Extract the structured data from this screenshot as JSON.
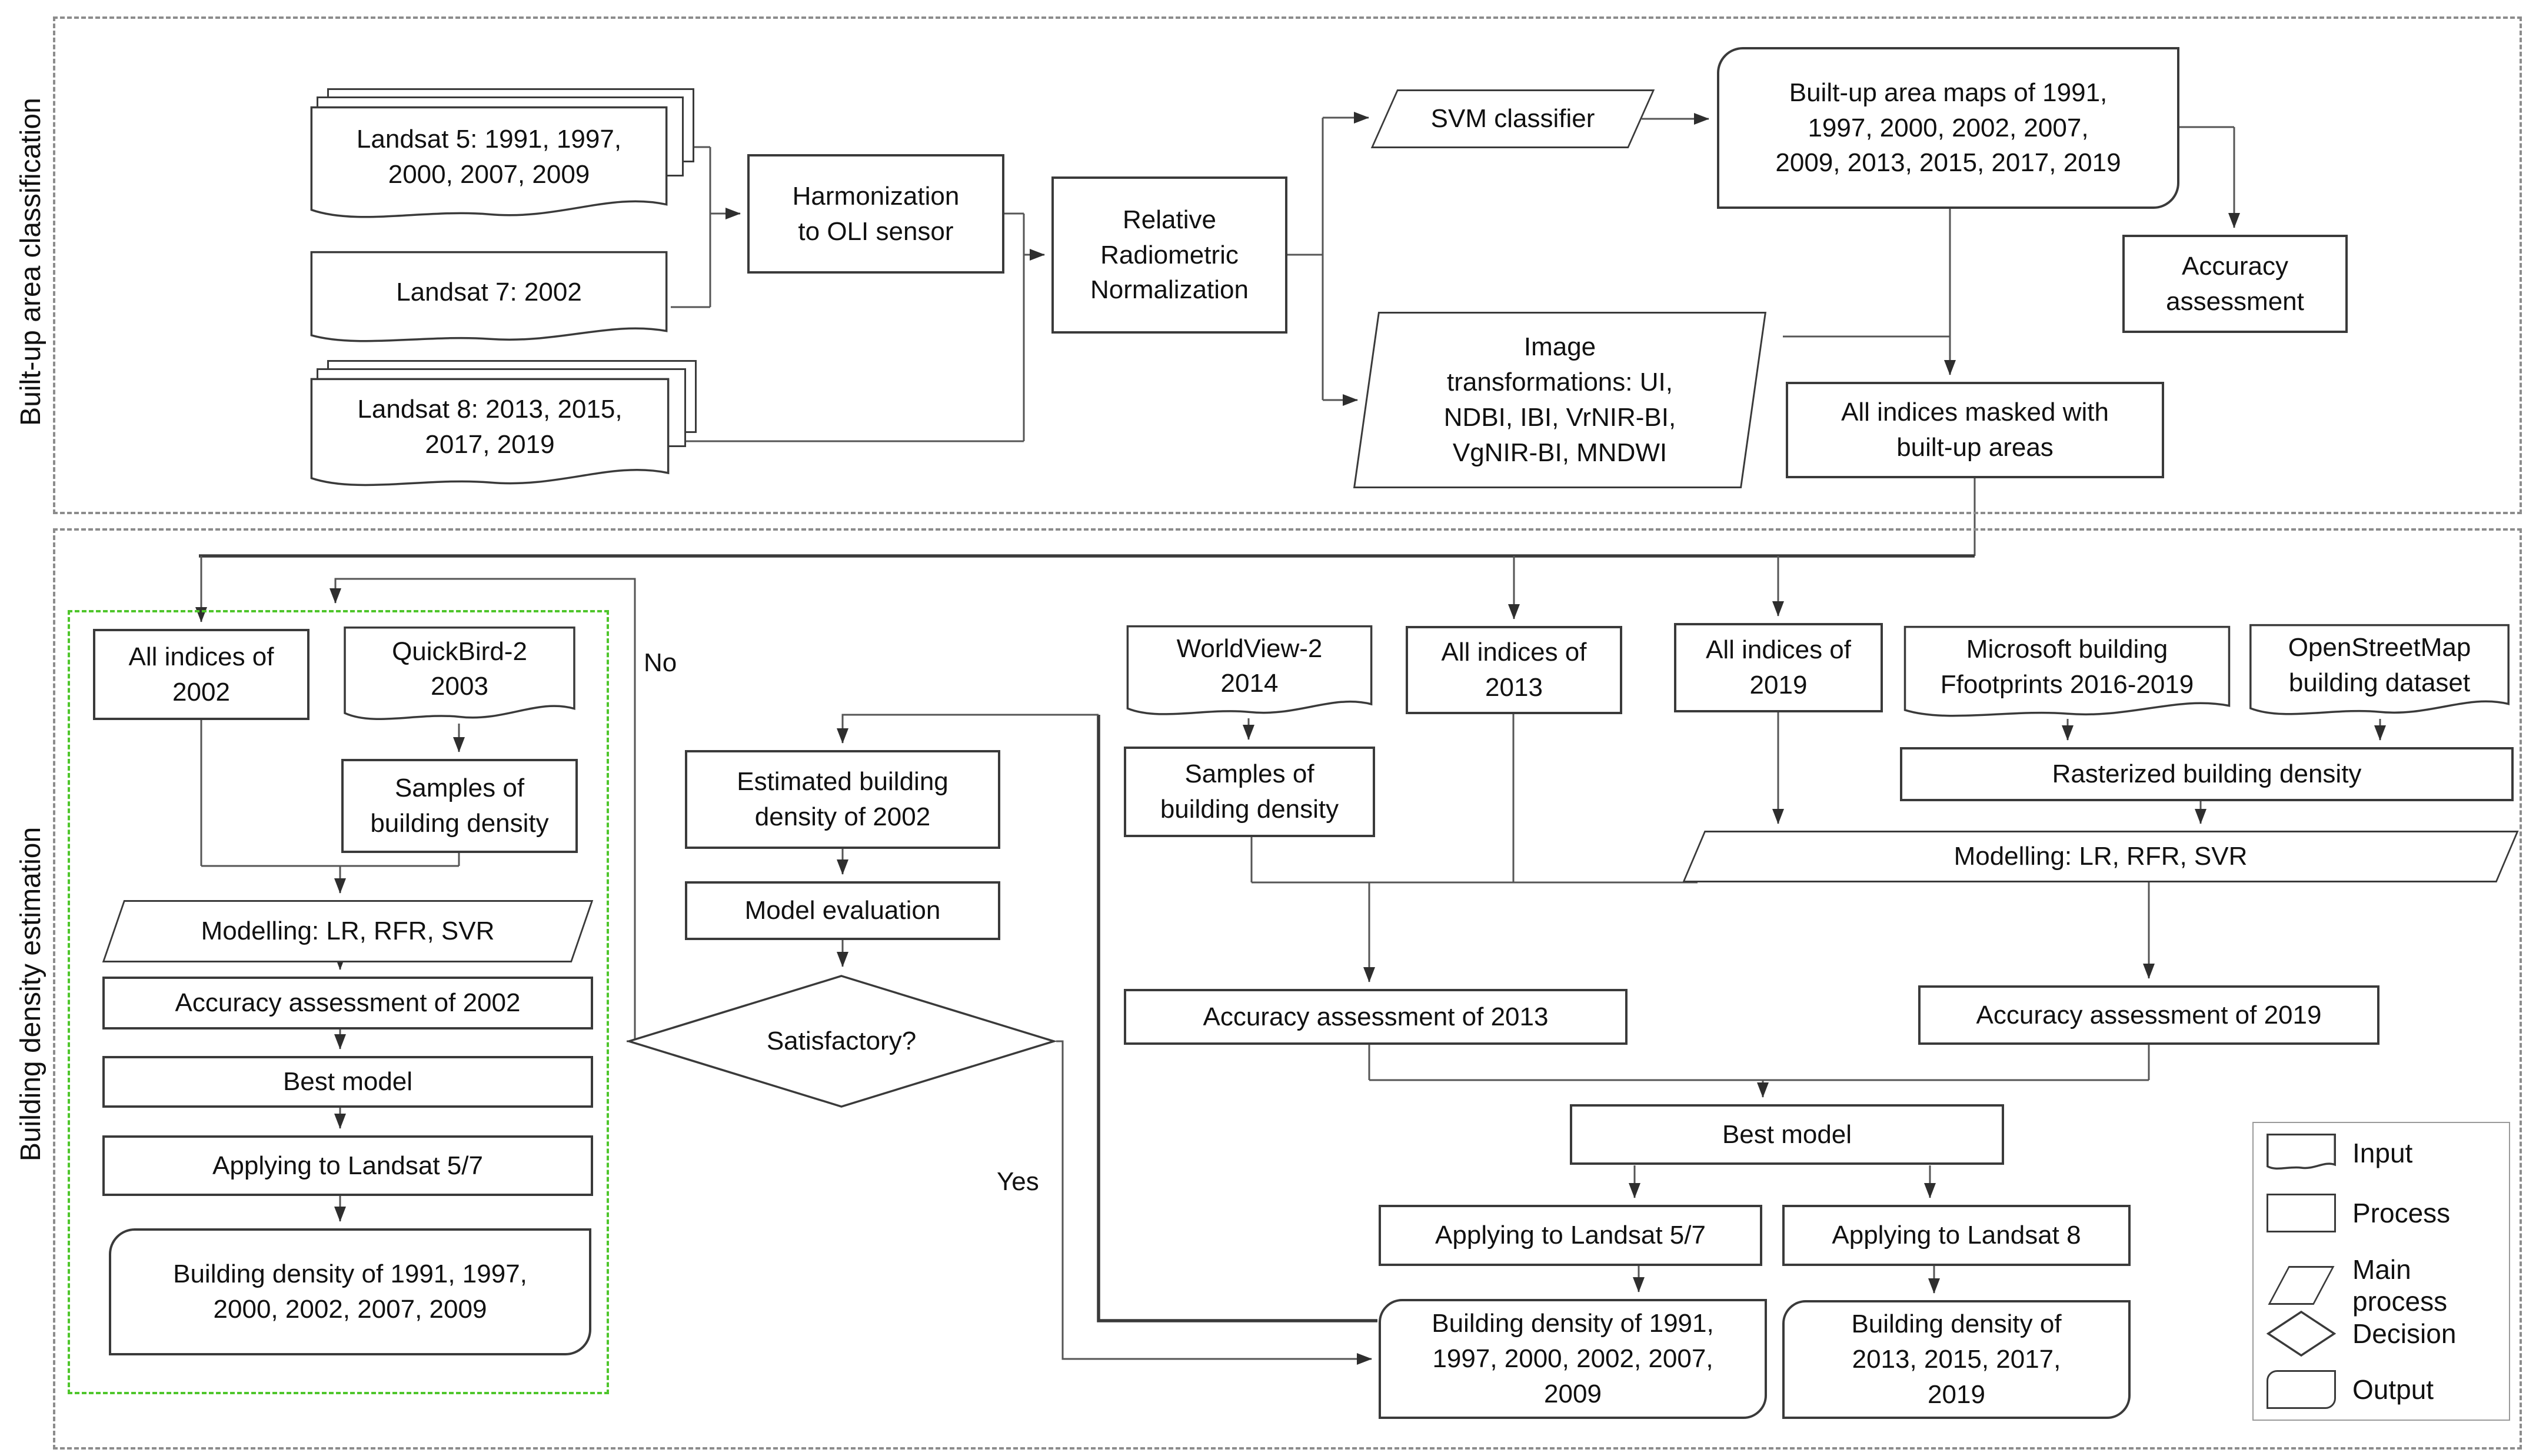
{
  "sections": [
    {
      "label": "Built-up area classification"
    },
    {
      "label": "Building density estimation"
    }
  ],
  "edge_labels": {
    "no": "No",
    "yes": "Yes"
  },
  "nodes": {
    "landsat5": {
      "type": "input",
      "label": "Landsat 5: 1991, 1997,\n2000, 2007, 2009"
    },
    "landsat7": {
      "type": "input",
      "label": "Landsat 7: 2002"
    },
    "landsat8": {
      "type": "input",
      "label": "Landsat 8: 2013, 2015,\n2017, 2019"
    },
    "harmonization": {
      "type": "process",
      "label": "Harmonization\nto OLI sensor"
    },
    "relative_radiometric_normalization": {
      "type": "process",
      "label": "Relative\nRadiometric\nNormalization"
    },
    "svm_classifier": {
      "type": "main-process",
      "label": "SVM classifier"
    },
    "image_transformations": {
      "type": "main-process",
      "label": "Image\ntransformations: UI,\nNDBI, IBI, VrNIR-BI,\nVgNIR-BI, MNDWI"
    },
    "builtup_maps": {
      "type": "output",
      "label": "Built-up area maps of 1991,\n1997, 2000, 2002, 2007,\n2009, 2013, 2015, 2017, 2019"
    },
    "accuracy_assessment": {
      "type": "process",
      "label": "Accuracy\nassessment"
    },
    "all_indices_masked": {
      "type": "process",
      "label": "All indices masked with\nbuilt-up areas"
    },
    "all_indices_2002": {
      "type": "process",
      "label": "All indices of\n2002"
    },
    "quickbird": {
      "type": "input",
      "label": "QuickBird-2\n2003"
    },
    "samples_2002": {
      "type": "process",
      "label": "Samples of\nbuilding density"
    },
    "modelling_left": {
      "type": "main-process",
      "label": "Modelling: LR, RFR, SVR"
    },
    "accuracy_2002": {
      "type": "process",
      "label": "Accuracy assessment of 2002"
    },
    "best_model_left": {
      "type": "process",
      "label": "Best model"
    },
    "apply_landsat57_left": {
      "type": "process",
      "label": "Applying to Landsat 5/7"
    },
    "building_density_left": {
      "type": "output",
      "label": "Building density of 1991, 1997,\n2000, 2002, 2007, 2009"
    },
    "estimated_density_2002": {
      "type": "process",
      "label": "Estimated building\ndensity of 2002"
    },
    "model_evaluation": {
      "type": "process",
      "label": "Model evaluation"
    },
    "satisfactory": {
      "type": "decision",
      "label": "Satisfactory?"
    },
    "worldview2": {
      "type": "input",
      "label": "WorldView-2\n2014"
    },
    "samples_wv": {
      "type": "process",
      "label": "Samples of\nbuilding density"
    },
    "all_indices_2013": {
      "type": "process",
      "label": "All indices of\n2013"
    },
    "all_indices_2019": {
      "type": "process",
      "label": "All indices of\n2019"
    },
    "microsoft_footprints": {
      "type": "input",
      "label": "Microsoft building\nFfootprints 2016-2019"
    },
    "openstreetmap": {
      "type": "input",
      "label": "OpenStreetMap\nbuilding dataset"
    },
    "rasterized_density": {
      "type": "process",
      "label": "Rasterized building density"
    },
    "modelling_right": {
      "type": "main-process",
      "label": "Modelling: LR, RFR, SVR"
    },
    "accuracy_2013": {
      "type": "process",
      "label": "Accuracy assessment of 2013"
    },
    "accuracy_2019": {
      "type": "process",
      "label": "Accuracy assessment of 2019"
    },
    "best_model_right": {
      "type": "process",
      "label": "Best model"
    },
    "apply_landsat57_right": {
      "type": "process",
      "label": "Applying to Landsat 5/7"
    },
    "apply_landsat8": {
      "type": "process",
      "label": "Applying to Landsat 8"
    },
    "building_density_57": {
      "type": "output",
      "label": "Building density of 1991,\n1997, 2000, 2002, 2007,\n2009"
    },
    "building_density_8": {
      "type": "output",
      "label": "Building density of\n2013, 2015, 2017,\n2019"
    }
  },
  "legend": {
    "items": [
      {
        "shape": "input",
        "label": "Input"
      },
      {
        "shape": "process",
        "label": "Process"
      },
      {
        "shape": "main-process",
        "label": "Main process"
      },
      {
        "shape": "decision",
        "label": "Decision"
      },
      {
        "shape": "output",
        "label": "Output"
      }
    ]
  },
  "colors": {
    "stroke": "#3a3a3a",
    "connector": "#555555",
    "section_border": "#8c8c8c",
    "green_border": "#4fc62c",
    "background": "#ffffff",
    "text": "#111111"
  }
}
